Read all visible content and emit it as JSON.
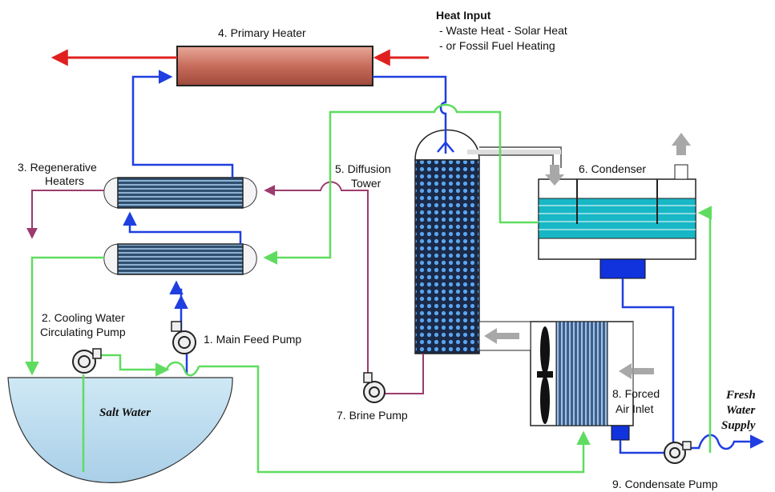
{
  "colors": {
    "blue": "#1f3fe0",
    "green": "#5fdc5f",
    "purple": "#9b3b6e",
    "red": "#e02020",
    "heater": "#cc7466",
    "water": "#18b7c6",
    "tower": "#1b2a48",
    "grey_arrow": "#a8a8a8"
  },
  "heat_input": {
    "title": "Heat Input",
    "line1": "- Waste Heat - Solar Heat",
    "line2": "- or Fossil Fuel Heating"
  },
  "labels": {
    "primary_heater": "4. Primary Heater",
    "regen_line1": "3. Regenerative",
    "regen_line2": "Heaters",
    "diffusion_line1": "5. Diffusion",
    "diffusion_line2": "Tower",
    "condenser": "6. Condenser",
    "cooling_line1": "2. Cooling Water",
    "cooling_line2": "Circulating Pump",
    "main_feed_pump": "1. Main Feed Pump",
    "salt_water": "Salt Water",
    "brine_pump": "7. Brine Pump",
    "forced_line1": "8. Forced",
    "forced_line2": "Air Inlet",
    "fresh_line1": "Fresh",
    "fresh_line2": "Water",
    "fresh_line3": "Supply",
    "condensate_pump": "9. Condensate Pump"
  },
  "icons": [
    "pump-icon",
    "fan-icon",
    "arrow-icon"
  ]
}
